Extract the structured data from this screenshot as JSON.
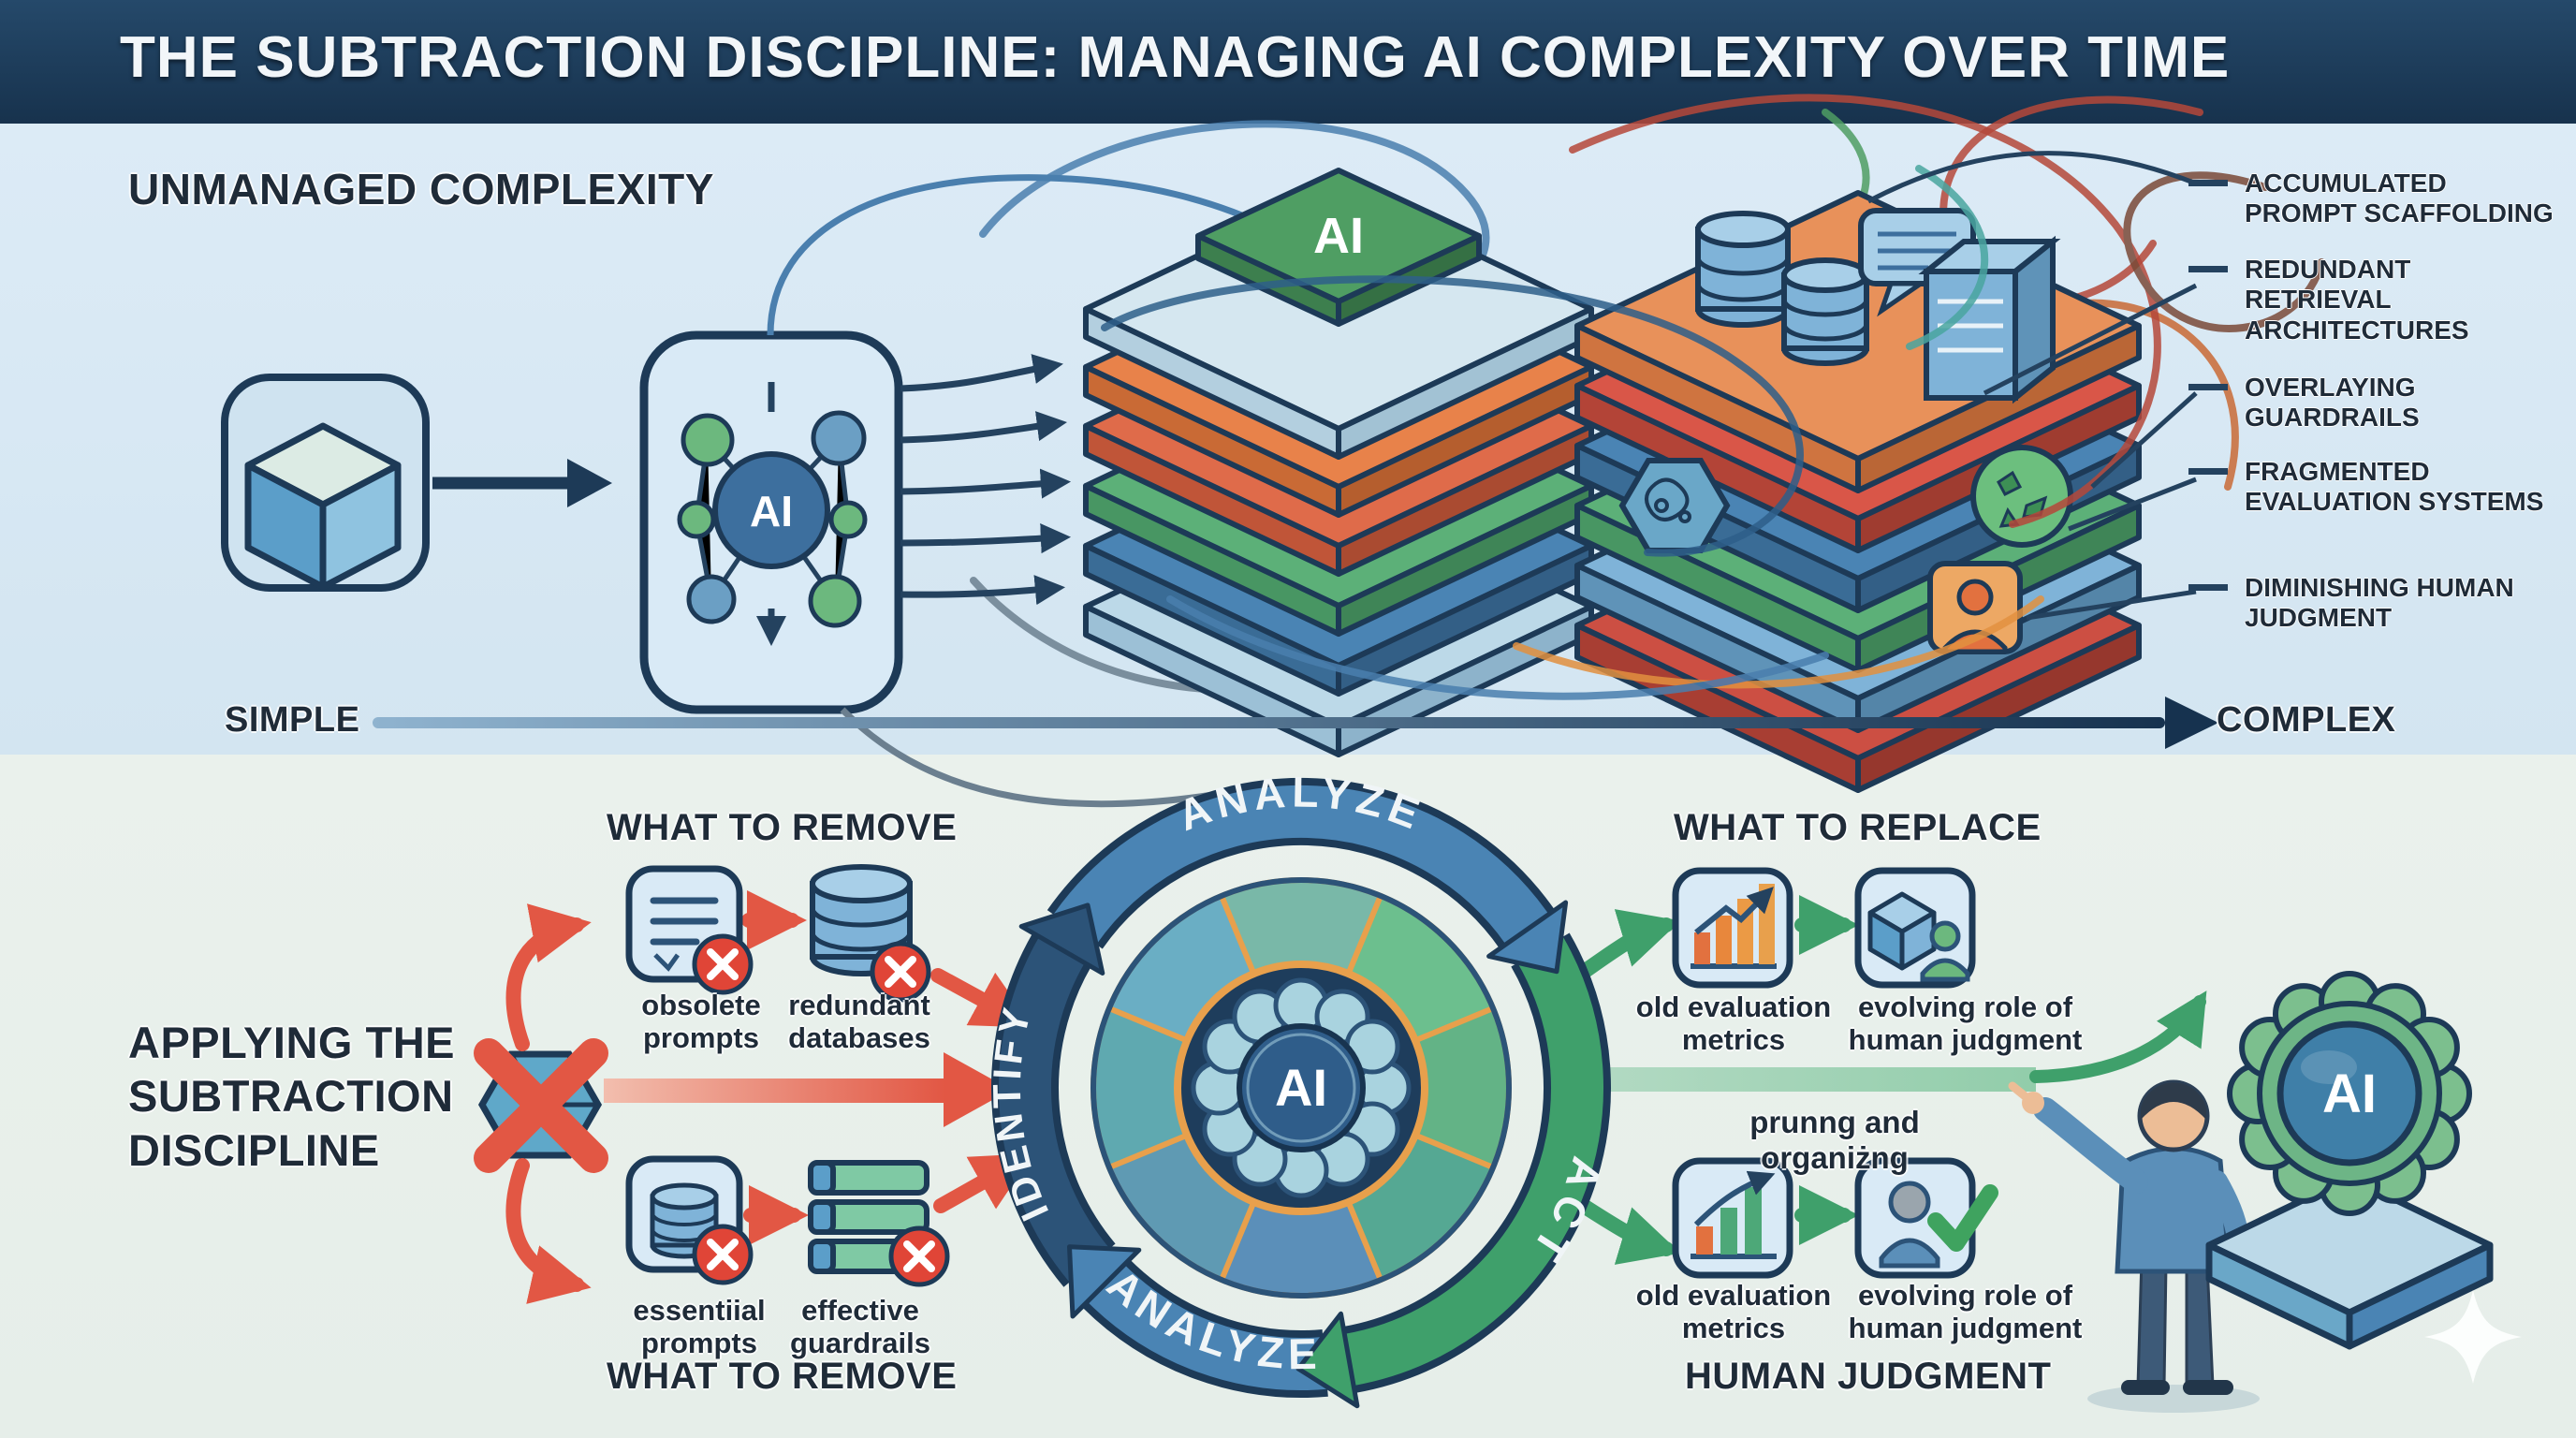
{
  "title": "THE SUBTRACTION DISCIPLINE: MANAGING AI COMPLEXITY OVER TIME",
  "colors": {
    "banner_navy": "#1d3a57",
    "top_background": "#d8e8f3",
    "bottom_background": "#e9efeb",
    "heading_text": "#1f2b38",
    "remove_red": "#e25744",
    "replace_green": "#3fa06b",
    "cycle_blue": "#4a84b4",
    "cycle_navy": "#2c5378",
    "spoke_orange": "#e8a04c"
  },
  "top": {
    "heading": "UNMANAGED COMPLEXITY",
    "ai_box_label": "AI",
    "stack_chip_label": "AI",
    "side_labels": [
      {
        "label": "ACCUMULATED PROMPT SCAFFOLDING"
      },
      {
        "label": "REDUNDANT RETRIEVAL ARCHITECTURES"
      },
      {
        "label": "OVERLAYING GUARDRAILS"
      },
      {
        "label": "FRAGMENTED EVALUATION SYSTEMS"
      },
      {
        "label": "DIMINISHING HUMAN JUDGMENT"
      }
    ],
    "axis": {
      "left": "SIMPLE",
      "right": "COMPLEX"
    }
  },
  "bottom": {
    "heading": "APPLYING THE SUBTRACTION DISCIPLINE",
    "remove_top": {
      "title": "WHAT TO REMOVE",
      "items": [
        {
          "label": "obsolete prompts"
        },
        {
          "label": "redundant databases"
        }
      ]
    },
    "remove_bottom": {
      "title": "WHAT TO REMOVE",
      "items": [
        {
          "label": "essentiial prompts"
        },
        {
          "label": "effective guardrails"
        }
      ]
    },
    "cycle": {
      "top": "ANALYZE",
      "left": "IDENTIFY",
      "right": "ACT",
      "bottom": "ANALYZE",
      "center": "AI"
    },
    "replace": {
      "title": "WHAT TO REPLACE",
      "items": [
        {
          "label": "old evaluation metrics"
        },
        {
          "label": "evolving role of human judgment"
        }
      ]
    },
    "pruning_note": "prunng and organiżng",
    "judgment": {
      "title": "HUMAN JUDGMENT",
      "items": [
        {
          "label": "old evaluation metrics"
        },
        {
          "label": "evolving role of human judgment"
        }
      ]
    },
    "ai_badge_label": "AI"
  }
}
